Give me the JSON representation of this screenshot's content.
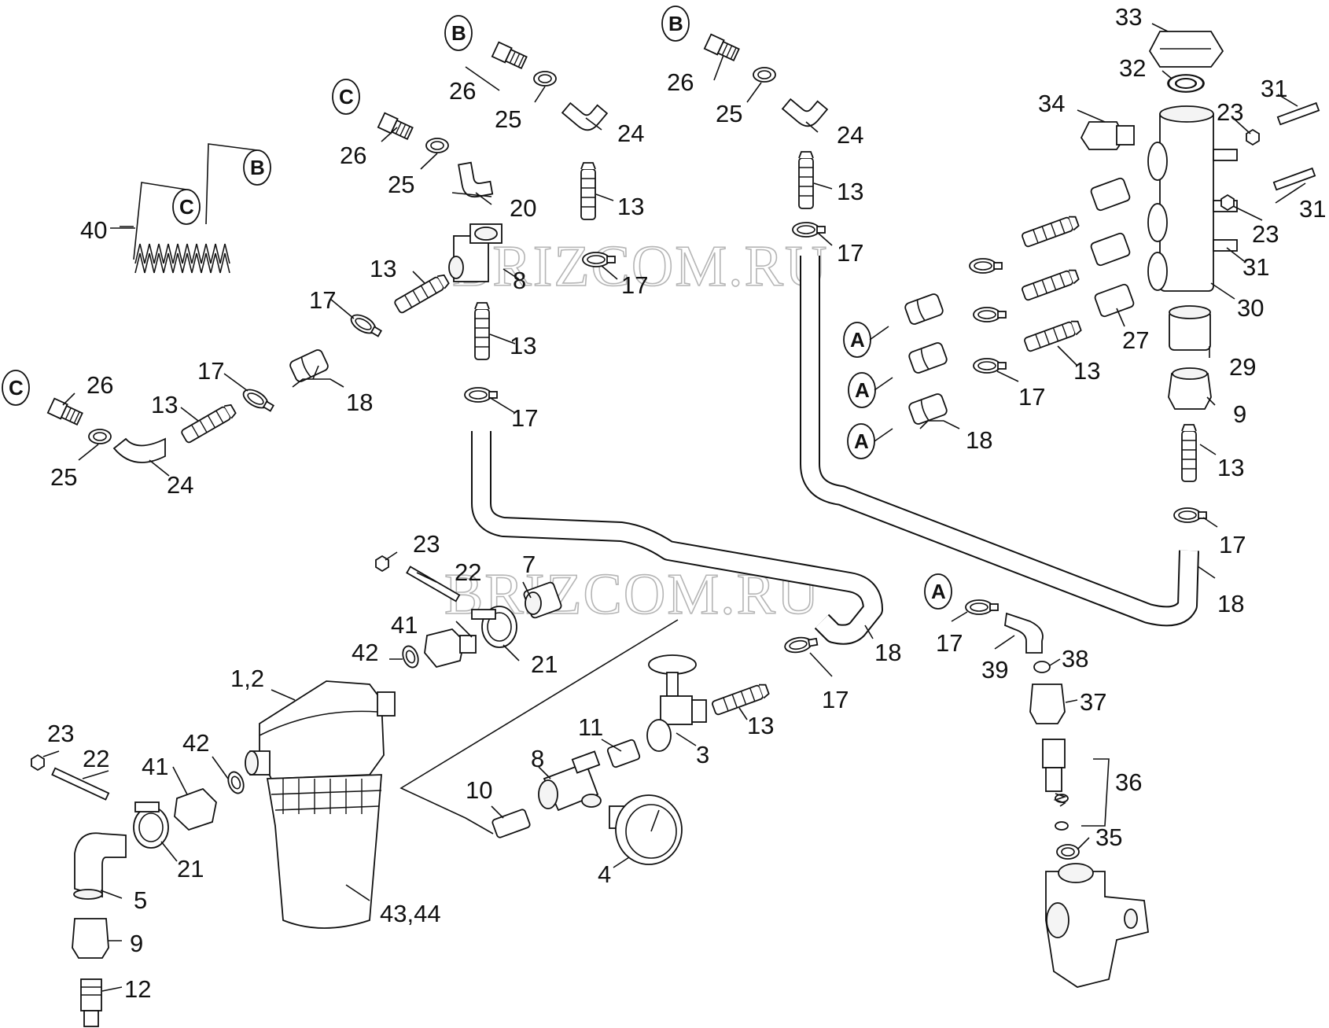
{
  "watermark": "BRIZCOM.RU",
  "connectors": {
    "A": "A",
    "B": "B",
    "C": "C"
  },
  "labels": {
    "p1_2": "1,2",
    "p3": "3",
    "p4": "4",
    "p5": "5",
    "p7": "7",
    "p8": "8",
    "p9": "9",
    "p10": "10",
    "p11": "11",
    "p12": "12",
    "p13": "13",
    "p17": "17",
    "p18": "18",
    "p20": "20",
    "p21": "21",
    "p22": "22",
    "p23": "23",
    "p24": "24",
    "p25": "25",
    "p26": "26",
    "p27": "27",
    "p29": "29",
    "p30": "30",
    "p31": "31",
    "p32": "32",
    "p33": "33",
    "p34": "34",
    "p35": "35",
    "p36": "36",
    "p37": "37",
    "p38": "38",
    "p39": "39",
    "p40": "40",
    "p41": "41",
    "p42": "42",
    "p43_44": "43,44"
  }
}
